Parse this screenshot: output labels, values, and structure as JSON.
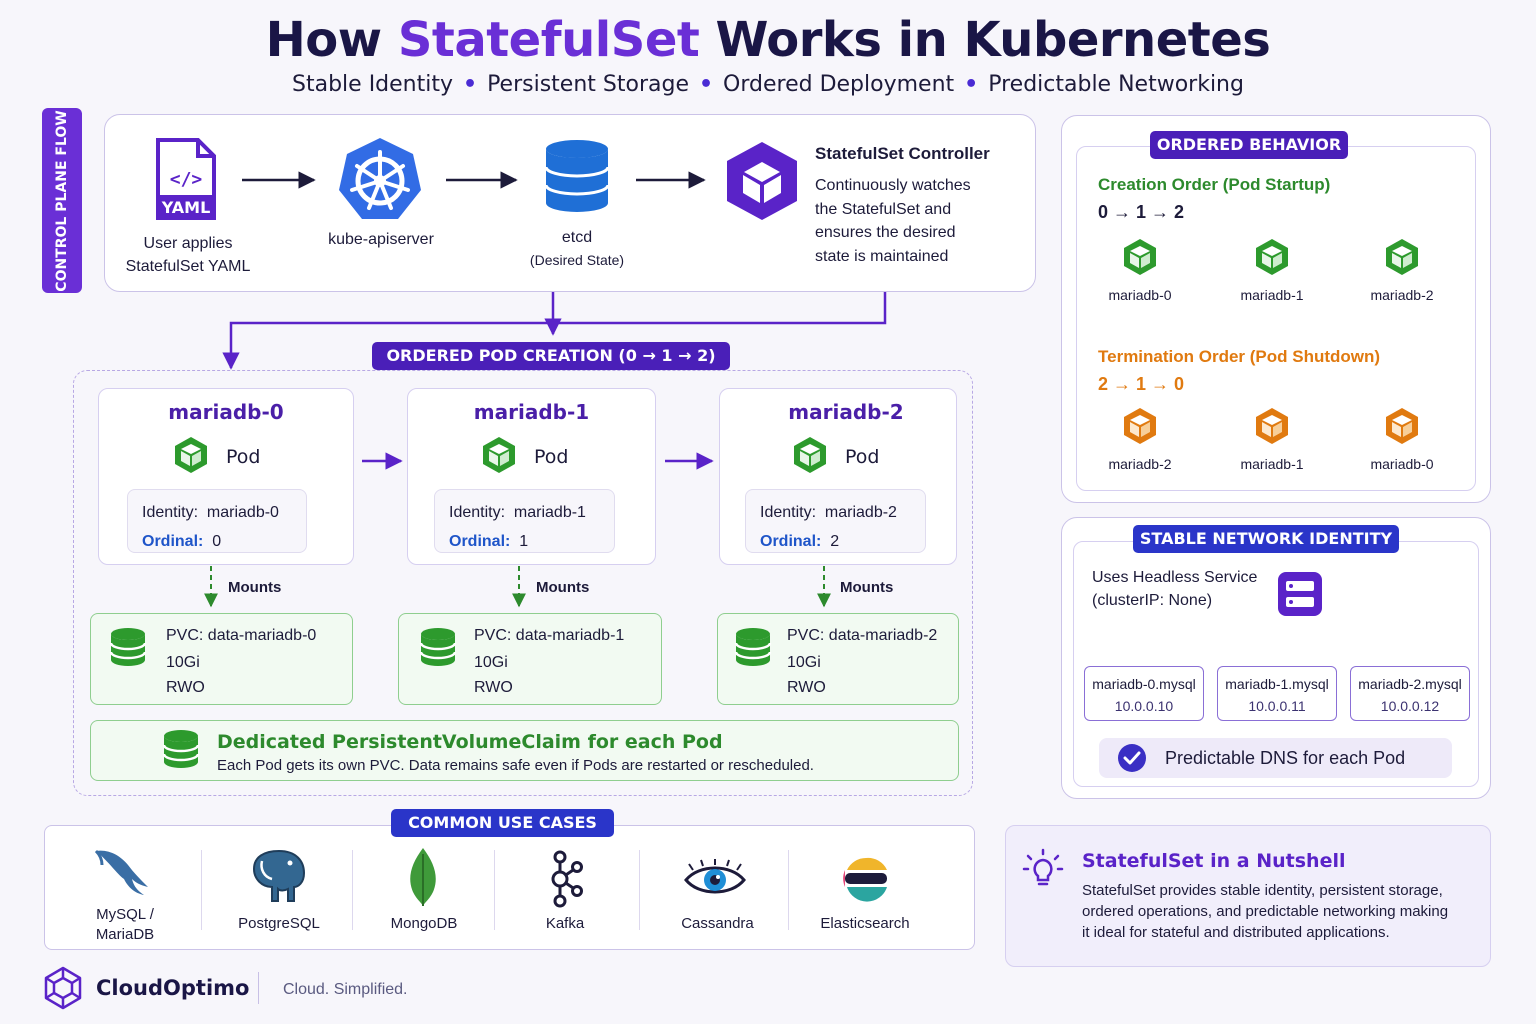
{
  "header": {
    "title_pre": "How ",
    "title_accent": "StatefulSet",
    "title_post": " Works in Kubernetes",
    "subtitle_items": [
      "Stable Identity",
      "Persistent Storage",
      "Ordered Deployment",
      "Predictable Networking"
    ],
    "subtitle_sep": "•"
  },
  "control_plane": {
    "side_label": "CONTROL PLANE FLOW",
    "yaml_badge": "YAML",
    "yaml_code": "</>",
    "step1_line1": "User applies",
    "step1_line2": "StatefulSet YAML",
    "step2": "kube-apiserver",
    "step3": "etcd",
    "step3_sub": "(Desired State)",
    "controller_title": "StatefulSet Controller",
    "controller_desc": [
      "Continuously watches",
      "the StatefulSet and",
      "ensures the desired",
      "state is maintained"
    ]
  },
  "ordered_creation": {
    "pill": "ORDERED POD CREATION (0 → 1 → 2)",
    "pod_label": "Pod",
    "identity_label": "Identity:",
    "ordinal_label": "Ordinal:",
    "mounts_label": "Mounts",
    "pods": [
      {
        "name": "mariadb-0",
        "identity": "mariadb-0",
        "ordinal": "0",
        "pvc": "PVC: data-mariadb-0",
        "size": "10Gi",
        "mode": "RWO"
      },
      {
        "name": "mariadb-1",
        "identity": "mariadb-1",
        "ordinal": "1",
        "pvc": "PVC: data-mariadb-1",
        "size": "10Gi",
        "mode": "RWO"
      },
      {
        "name": "mariadb-2",
        "identity": "mariadb-2",
        "ordinal": "2",
        "pvc": "PVC: data-mariadb-2",
        "size": "10Gi",
        "mode": "RWO"
      }
    ],
    "dedicated_title": "Dedicated PersistentVolumeClaim for each Pod",
    "dedicated_desc": "Each Pod gets its own PVC. Data remains safe even if Pods are restarted or rescheduled."
  },
  "ordered_behavior": {
    "pill": "ORDERED BEHAVIOR",
    "creation_title": "Creation Order (Pod Startup)",
    "creation_seq": "0 → 1 → 2",
    "creation_pods": [
      "mariadb-0",
      "mariadb-1",
      "mariadb-2"
    ],
    "termination_title": "Termination Order (Pod Shutdown)",
    "termination_seq": "2 → 1 → 0",
    "termination_pods": [
      "mariadb-2",
      "mariadb-1",
      "mariadb-0"
    ]
  },
  "network": {
    "pill": "STABLE NETWORK IDENTITY",
    "service_line1": "Uses Headless Service",
    "service_line2": "(clusterIP: None)",
    "entries": [
      {
        "host": "mariadb-0.mysql",
        "ip": "10.0.0.10"
      },
      {
        "host": "mariadb-1.mysql",
        "ip": "10.0.0.11"
      },
      {
        "host": "mariadb-2.mysql",
        "ip": "10.0.0.12"
      }
    ],
    "dns_note": "Predictable DNS for each Pod"
  },
  "use_cases": {
    "pill": "COMMON USE CASES",
    "items": [
      {
        "label_line1": "MySQL /",
        "label_line2": "MariaDB"
      },
      {
        "label_line1": "PostgreSQL",
        "label_line2": ""
      },
      {
        "label_line1": "MongoDB",
        "label_line2": ""
      },
      {
        "label_line1": "Kafka",
        "label_line2": ""
      },
      {
        "label_line1": "Cassandra",
        "label_line2": ""
      },
      {
        "label_line1": "Elasticsearch",
        "label_line2": ""
      }
    ]
  },
  "nutshell": {
    "title": "StatefulSet in a Nutshell",
    "lines": [
      "StatefulSet provides stable identity, persistent storage,",
      "ordered operations, and predictable networking making",
      "it ideal for stateful and distributed applications."
    ]
  },
  "footer": {
    "brand": "CloudOptimo",
    "tagline": "Cloud. Simplified."
  },
  "colors": {
    "purple": "#6a2fd6",
    "navy": "#1a1646",
    "blue_pill": "#2a35c9",
    "pod_green": "#2d9a2d",
    "term_orange": "#e07a10",
    "k8s_blue": "#326ce5"
  }
}
